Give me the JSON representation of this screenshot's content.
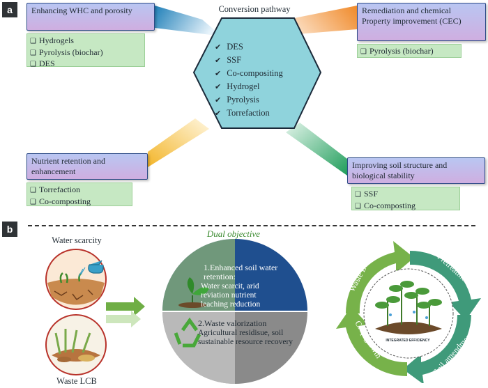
{
  "panel_a": {
    "tag": "a",
    "center_title": "Conversion pathway",
    "center_items": [
      "DES",
      "SSF",
      "Co-compositing",
      "Hydrogel",
      "Pyrolysis",
      "Torrefaction"
    ],
    "top_left": {
      "title": "Enhancing WHC and porosity",
      "items": [
        "Hydrogels",
        "Pyrolysis (biochar)",
        "DES"
      ]
    },
    "top_right": {
      "title": "Remediation and chemical Property improvement (CEC)",
      "items": [
        "Pyrolysis (biochar)"
      ]
    },
    "bottom_left": {
      "title": "Nutrient retention and enhancement",
      "items": [
        "Torrefaction",
        "Co-composting"
      ]
    },
    "bottom_right": {
      "title": "Improving soil structure and biological stability",
      "items": [
        "SSF",
        "Co-composting"
      ]
    },
    "colors": {
      "hex_fill": "#8fd3dc",
      "header_top": "#b9c6f2",
      "header_bottom": "#cfaee0",
      "list_fill": "#c6e8c3"
    }
  },
  "panel_b": {
    "tag": "b",
    "left": {
      "label_top": "Water scarcity",
      "label_bottom": "Waste LCB"
    },
    "center": {
      "arc_label": "Dual objective",
      "block1_title": "1.Enhanced soil water retention:",
      "block1_text": "Water scarcit, arid reviation nutrient leaching reduction",
      "block2_title": "2.Waste valorization",
      "block2_text": "Agricultural residisue, soil sustainable resource recovery"
    },
    "cycle": {
      "labels": [
        "Waste LCB",
        "Pretreatment",
        "Soil amendment",
        "Crop growth"
      ],
      "center_caption": "INTEGRATED EFFICIENCY"
    },
    "colors": {
      "blue": "#1f4f8f",
      "gray": "#8a8a8a",
      "green": "#5a9a3a"
    }
  }
}
